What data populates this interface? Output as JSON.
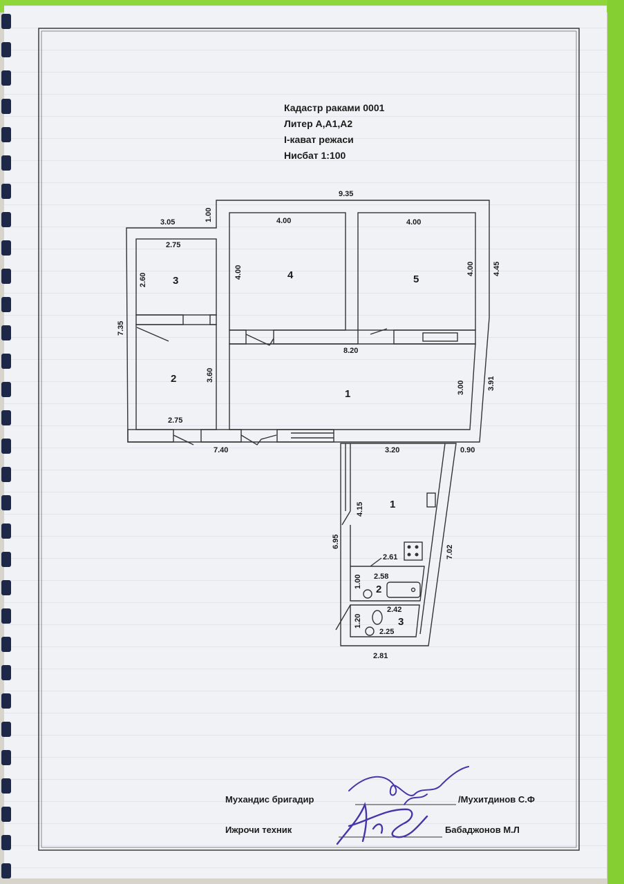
{
  "header": {
    "cadastre": "Кадастр раками  0001",
    "liter": "Литер А,А1,А2",
    "floor_plan": "I-кават режаси",
    "scale": "Нисбат  1:100"
  },
  "dimensions": {
    "d_9_35": "9.35",
    "d_1_00_top": "1.00",
    "d_3_05": "3.05",
    "d_2_75_top": "2.75",
    "d_2_60": "2.60",
    "d_7_35": "7.35",
    "d_3_60": "3.60",
    "d_2_75_bottom": "2.75",
    "d_4_00_r4_top": "4.00",
    "d_4_00_r4_side": "4.00",
    "d_4_00_r5_top": "4.00",
    "d_4_00_r5_side": "4.00",
    "d_4_45": "4.45",
    "d_8_20": "8.20",
    "d_3_00": "3.00",
    "d_3_91": "3.91",
    "d_7_40": "7.40",
    "d_3_20": "3.20",
    "d_0_90": "0.90",
    "d_4_15": "4.15",
    "d_6_95": "6.95",
    "d_7_02": "7.02",
    "d_2_61": "2.61",
    "d_2_58": "2.58",
    "d_1_00_bath": "1.00",
    "d_2_42": "2.42",
    "d_1_20": "1.20",
    "d_2_25": "2.25",
    "d_2_81": "2.81"
  },
  "rooms": {
    "r1_main": "1",
    "r2_left": "2",
    "r3_left": "3",
    "r4": "4",
    "r5": "5",
    "r1_ext": "1",
    "r2_bath": "2",
    "r3_wc": "3"
  },
  "signatures": {
    "engineer_label": "Мухандис бригадир",
    "engineer_name": "/Мухитдинов С.Ф",
    "technician_label": "Ижрочи техник",
    "technician_name": "Бабаджонов М.Л"
  },
  "colors": {
    "paper": "#f1f2f6",
    "ink": "#1b1b1b",
    "signature_ink": "#4536a8",
    "binding": "#1d2748",
    "background_green": "#8fd63a"
  }
}
